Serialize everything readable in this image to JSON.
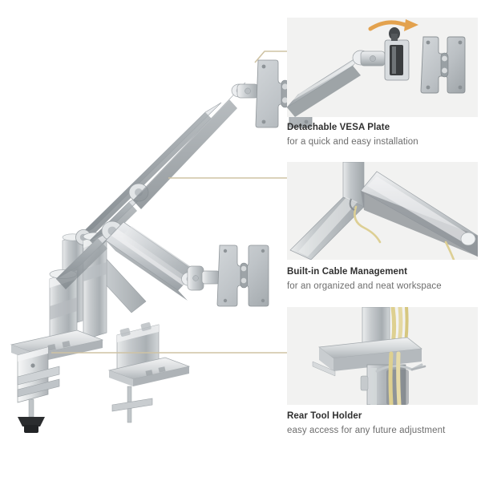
{
  "page": {
    "background": "#ffffff",
    "accent_line_color": "#cfc3a4",
    "arrow_color": "#e3a24e",
    "cable_color": "#e7d79a",
    "metal_light": "#e4e6e7",
    "metal_mid": "#c3c7ca",
    "metal_dark": "#9aa0a4",
    "panel_bg": "#f2f2f1",
    "title_color": "#2f2f2f",
    "subtitle_color": "#6d6d6d"
  },
  "product": {
    "name": "dual-monitor-gas-spring-desk-mount",
    "parts": [
      "vesa-plate-upper",
      "vesa-plate-lower",
      "gas-spring-arm-upper",
      "gas-spring-arm-lower",
      "riser-post",
      "c-clamp-base",
      "grommet-mount-base"
    ]
  },
  "features": [
    {
      "id": "detachable-vesa-plate",
      "title": "Detachable VESA Plate",
      "subtitle": "for a quick and easy installation",
      "image_caption": "vesa-plate-detaching-from-arm-head-with-rotation-arrow",
      "has_arrow": true
    },
    {
      "id": "built-in-cable-management",
      "title": "Built-in Cable Management",
      "subtitle": "for an organized and neat workspace",
      "image_caption": "cable-routed-through-arm-channel-at-elbow-joint",
      "has_arrow": false
    },
    {
      "id": "rear-tool-holder",
      "title": "Rear Tool Holder",
      "subtitle": "easy access for any future adjustment",
      "image_caption": "post-base-with-cables-and-rear-tool-holder-clip",
      "has_arrow": false
    }
  ]
}
